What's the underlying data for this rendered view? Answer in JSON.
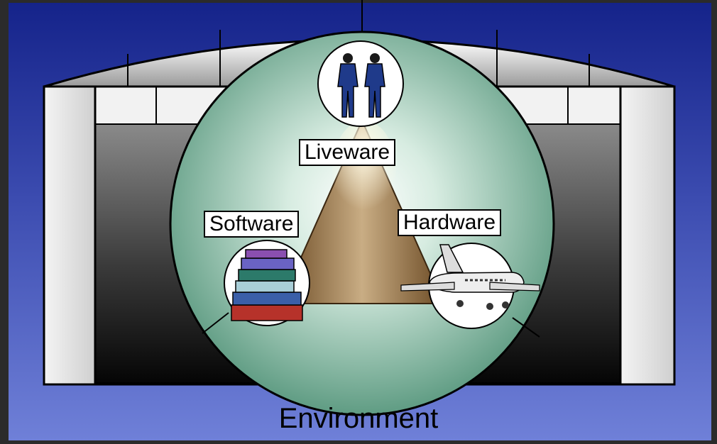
{
  "diagram": {
    "labels": {
      "liveware": "Liveware",
      "software": "Software",
      "hardware": "Hardware",
      "environment": "Environment"
    },
    "icons": [
      "people-icon",
      "books-icon",
      "airplane-icon",
      "hangar-icon"
    ],
    "colors": {
      "background_top": "#15238a",
      "background_bottom": "#6f7fd6",
      "circle": "#a6d0bc",
      "circle_edge": "#6fa98f",
      "triangle": "#8c6a3e",
      "frame": "#2b2b2b"
    }
  }
}
